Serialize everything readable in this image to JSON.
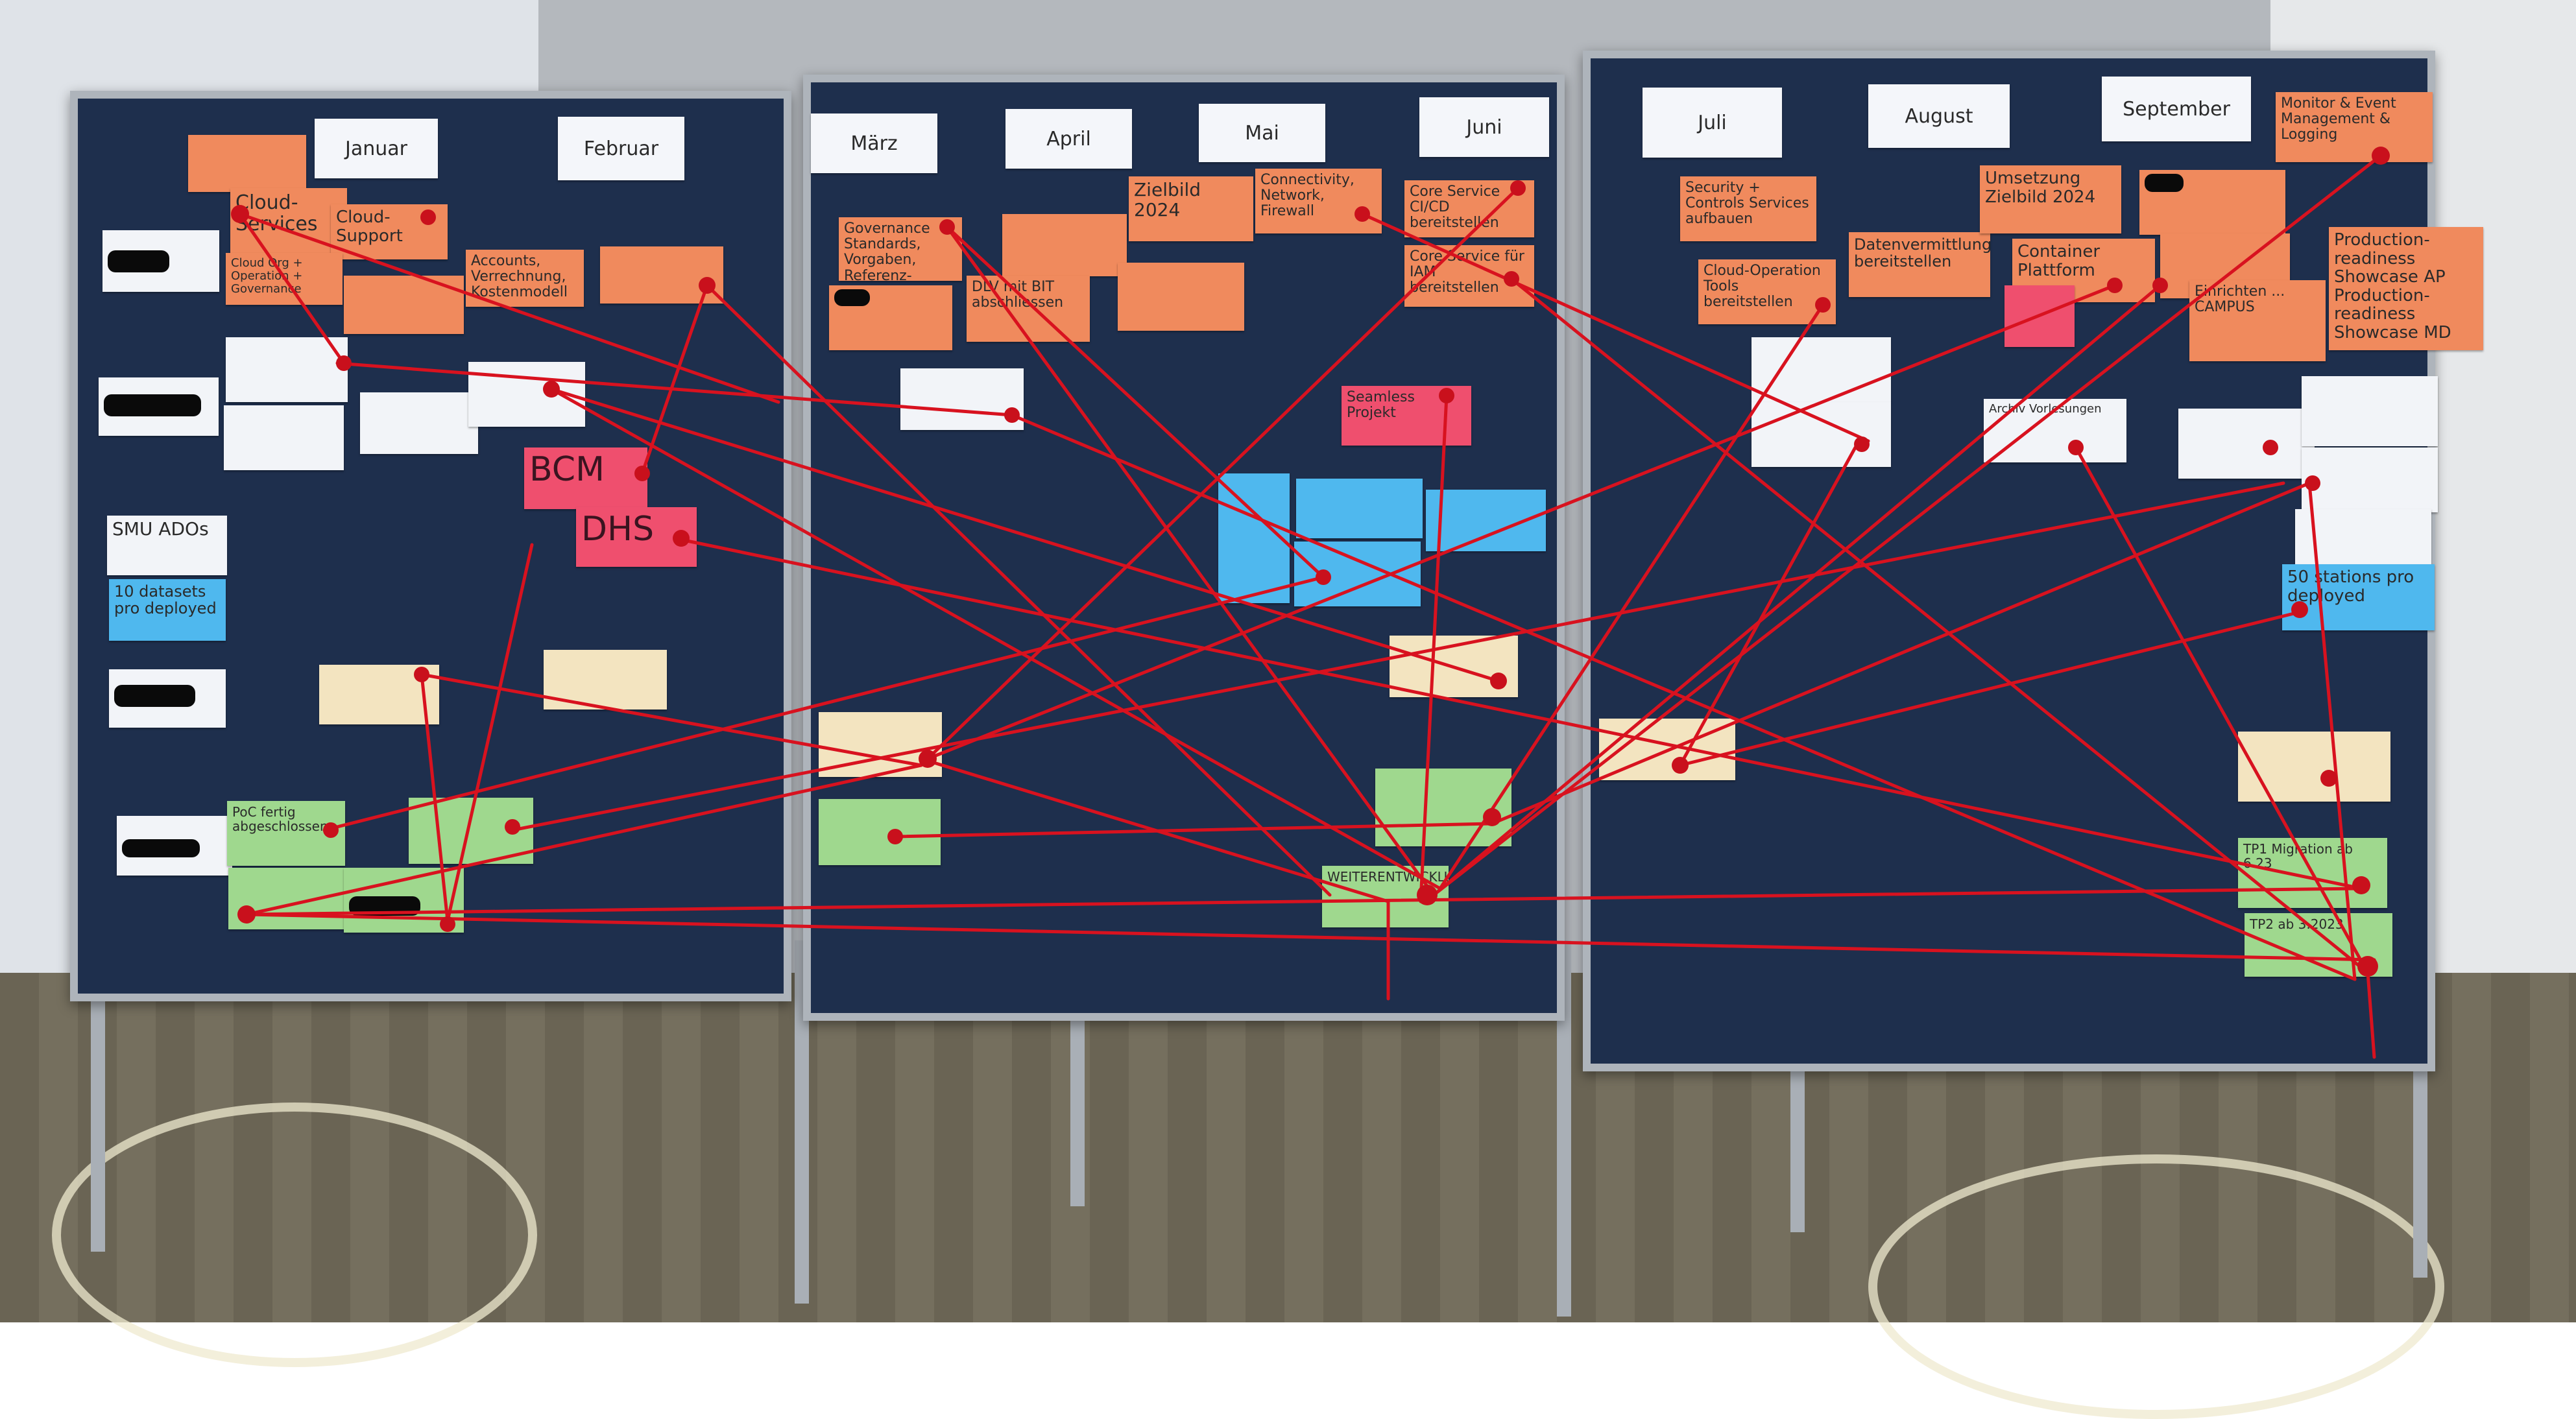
{
  "months": [
    "Januar",
    "Februar",
    "März",
    "April",
    "Mai",
    "Juni",
    "Juli",
    "August",
    "September"
  ],
  "notes": {
    "cloud_services": "Cloud-Services",
    "cloud_support": "Cloud-Support",
    "cloud_org": "Cloud Org + Operation + Governance",
    "accounts": "Accounts, Verrechnung, Kostenmodell",
    "governance_standards": "Governance Standards, Vorgaben, Referenz-Architektur",
    "zielbild_2024": "Zielbild 2024",
    "connectivity": "Connectivity, Network, Firewall",
    "core_cicd": "Core Service CI/CD bereitstellen",
    "core_iam": "Core Service für IAM bereitstellen",
    "dlv_mit_bit": "DLV mit BIT abschliessen",
    "bcm": "BCM",
    "dhs": "DHS",
    "seamless": "Seamless Projekt",
    "security": "Security + Controls Services aufbauen",
    "datenvermittlung": "Datenvermittlung bereitstellen",
    "umsetzung_2024": "Umsetzung Zielbild 2024",
    "monitor": "Monitor & Event Management & Logging",
    "container": "Container Plattform",
    "cloud_operation_tools": "Cloud-Operation Tools bereitstellen",
    "production_readiness": "Production-readiness Showcase AP Production-readiness Showcase MD",
    "einrichten": "Einrichten ... CAMPUS",
    "smu_ados": "SMU ADOs",
    "datasets_10": "10 datasets pro deployed",
    "stations_50": "50 stations pro deployed",
    "poc_fertig": "PoC fertig abgeschlossen",
    "weiterentwicklung": "WEITERENTWICKLUNG",
    "tp1_migration": "TP1 Migration ab 6.23",
    "tp2": "TP2 ab 3.2023",
    "archiv": "Archiv Vorlesungen"
  },
  "colors": {
    "board": "#1e2f4d",
    "yarn": "#d8121f",
    "orange_note": "#f08a5d",
    "pink_note": "#ef4f6e",
    "blue_note": "#4fb8ee",
    "green_note": "#9fd88e"
  }
}
